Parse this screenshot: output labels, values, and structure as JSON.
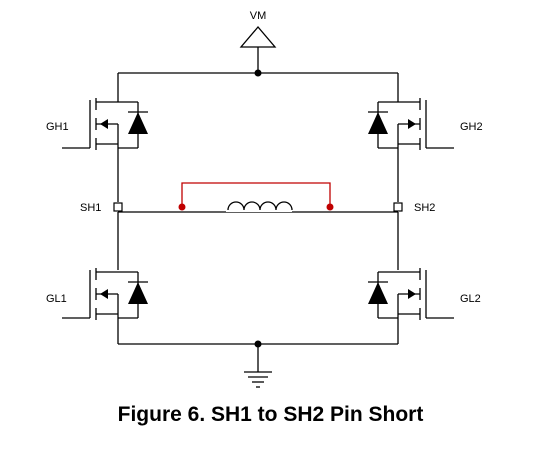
{
  "labels": {
    "vm": "VM",
    "gh1": "GH1",
    "gh2": "GH2",
    "gl1": "GL1",
    "gl2": "GL2",
    "sh1": "SH1",
    "sh2": "SH2"
  },
  "caption": "Figure 6. SH1 to SH2 Pin Short",
  "colors": {
    "wire": "#000000",
    "short": "#c00000"
  }
}
